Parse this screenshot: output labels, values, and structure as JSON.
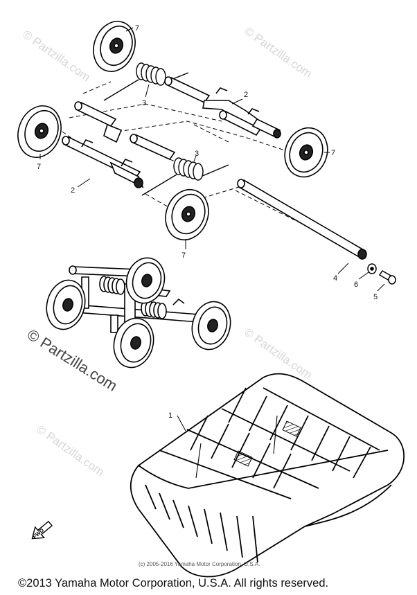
{
  "watermarks": {
    "a": "© Partzilla.com",
    "b": "© Partzilla.com",
    "c": "© Partzilla.com",
    "d": "© Partzilla.com",
    "big": "© Partzilla.com"
  },
  "callouts": {
    "c1": "1",
    "c2a": "2",
    "c2b": "2",
    "c3a": "3",
    "c3b": "3",
    "c4": "4",
    "c5": "5",
    "c6": "6",
    "c7a": "7",
    "c7b": "7",
    "c7c": "7",
    "c7d": "7"
  },
  "footer": {
    "small_copyright": "(c) 2005-2016 Yamaha Motor Corporation, U.S.A.",
    "copyright": "©2013 Yamaha Motor Corporation, U.S.A. All rights reserved."
  },
  "fwd_label": "FWD"
}
